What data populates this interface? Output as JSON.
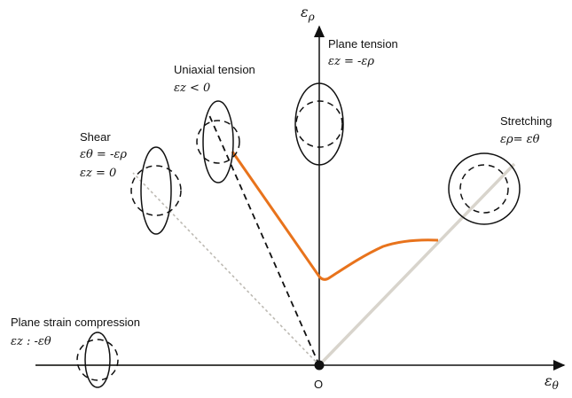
{
  "axes": {
    "horizontal_symbol": "ε",
    "horizontal_subscript": "θ",
    "vertical_symbol": "ε",
    "vertical_subscript": "ρ",
    "origin_label": "O"
  },
  "labels": {
    "plane_tension": {
      "title": "Plane tension",
      "eq": "εz = -ερ"
    },
    "uniaxial_tension": {
      "title": "Uniaxial tension",
      "eq": "εz < 0"
    },
    "shear": {
      "title": "Shear",
      "eq1": "εθ = -ερ",
      "eq2": "εz = 0"
    },
    "stretching": {
      "title": "Stretching",
      "eq": "ερ= εθ"
    },
    "plane_strain_compression": {
      "title": "Plane strain compression",
      "eq": "εz : -εθ"
    }
  },
  "colors": {
    "limit_curve": "#e8731c",
    "gray_line": "#d8d4cc",
    "ink": "#111111"
  }
}
